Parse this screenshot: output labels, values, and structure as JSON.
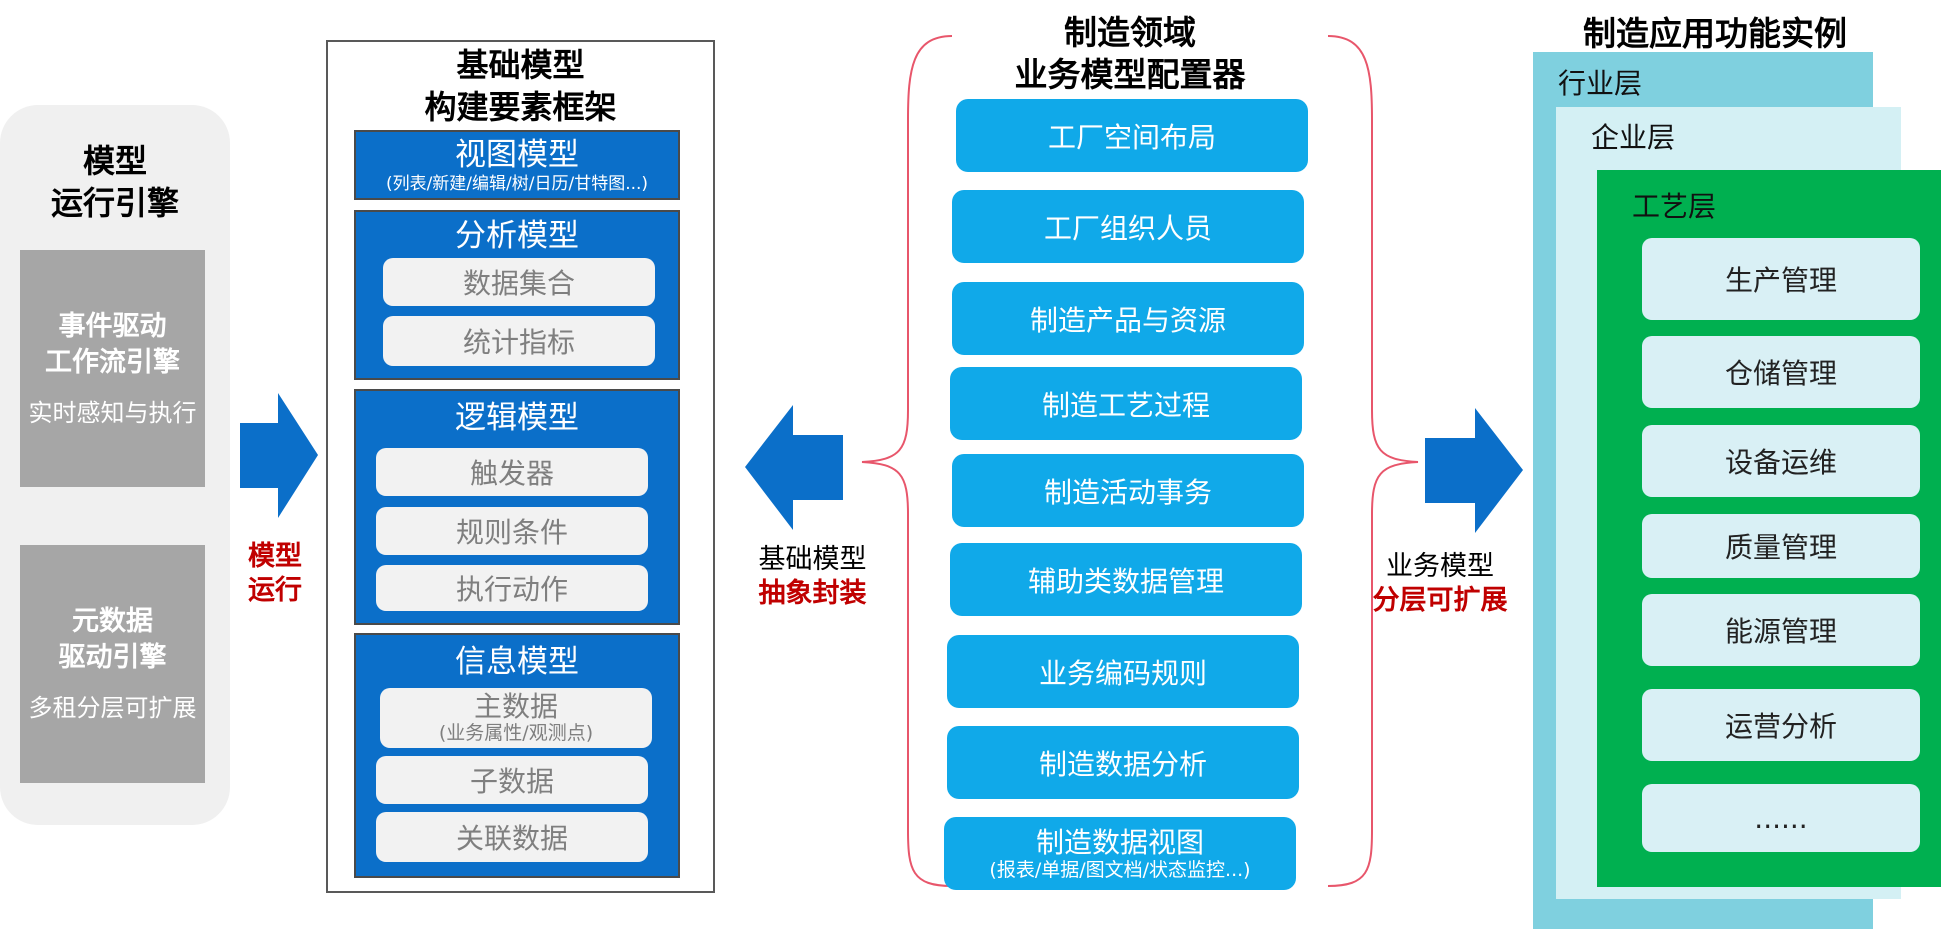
{
  "engine": {
    "title_line1": "模型",
    "title_line2": "运行引擎",
    "box1": {
      "line1": "事件驱动",
      "line2": "工作流引擎",
      "desc": "实时感知与执行"
    },
    "box2": {
      "line1": "元数据",
      "line2": "驱动引擎",
      "desc": "多租分层可扩展"
    }
  },
  "arrow_left": {
    "label": "模型",
    "label2": "运行"
  },
  "framework": {
    "title_line1": "基础模型",
    "title_line2": "构建要素框架",
    "view_model": {
      "title": "视图模型",
      "subtitle": "(列表/新建/编辑/树/日历/甘特图...)"
    },
    "analysis_model": {
      "title": "分析模型",
      "items": [
        "数据集合",
        "统计指标"
      ]
    },
    "logic_model": {
      "title": "逻辑模型",
      "items": [
        "触发器",
        "规则条件",
        "执行动作"
      ]
    },
    "info_model": {
      "title": "信息模型",
      "master": {
        "label": "主数据",
        "sub": "(业务属性/观测点)"
      },
      "items": [
        "子数据",
        "关联数据"
      ]
    }
  },
  "arrow_mid": {
    "label1": "基础模型",
    "label2": "抽象封装"
  },
  "configurator": {
    "title_line1": "制造领域",
    "title_line2": "业务模型配置器",
    "items": [
      "工厂空间布局",
      "工厂组织人员",
      "制造产品与资源",
      "制造工艺过程",
      "制造活动事务",
      "辅助类数据管理",
      "业务编码规则",
      "制造数据分析"
    ],
    "last_item": {
      "label": "制造数据视图",
      "sub": "(报表/单据/图文档/状态监控...)"
    }
  },
  "arrow_right": {
    "label1": "业务模型",
    "label2": "分层可扩展"
  },
  "apps": {
    "title": "制造应用功能实例",
    "layers": [
      "行业层",
      "企业层",
      "工艺层"
    ],
    "items": [
      "生产管理",
      "仓储管理",
      "设备运维",
      "质量管理",
      "能源管理",
      "运营分析",
      "......"
    ]
  },
  "colors": {
    "blue_dark": "#0b6fc9",
    "blue_light": "#10a9e9",
    "gray_box": "#a6a6a6",
    "red": "#c00000",
    "industry_layer": "#7fd0df",
    "enterprise_layer": "#d4f0f4",
    "process_layer": "#00b050",
    "brace": "#e8566b"
  }
}
